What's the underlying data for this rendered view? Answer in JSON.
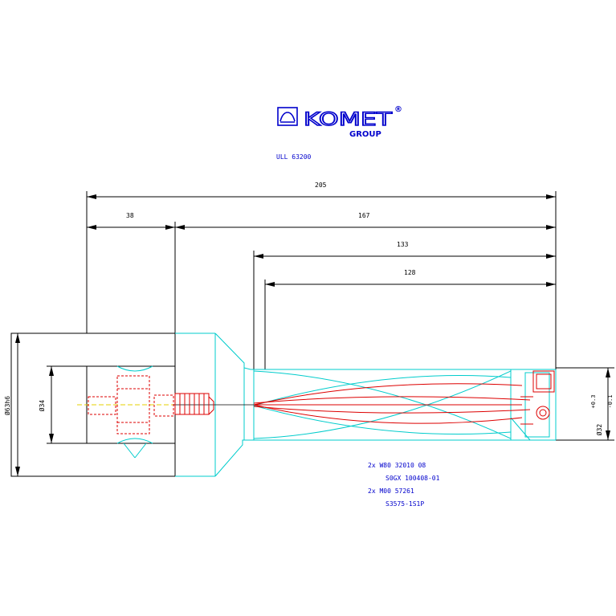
{
  "logo": {
    "brand": "KOMET",
    "registered": "®",
    "group": "GROUP",
    "color": "#0000cc"
  },
  "drawing_code": "ULL 63200",
  "dimensions": {
    "overall_length": "205",
    "shank_length": "38",
    "body_length": "167",
    "length_133": "133",
    "length_128": "128",
    "shank_dia": "Ø63h6",
    "bore_dia": "Ø34",
    "cut_dia": "Ø32",
    "cut_tol_upper": "+0.3",
    "cut_tol_lower": "-0.1"
  },
  "notes": {
    "line1": "2x W80 32010 08",
    "line2": "S0GX 100408-01",
    "line3": "2x M00 57261",
    "line4": "S3575-1S1P"
  },
  "colors": {
    "outline_black": "#000000",
    "outline_cyan": "#00cccc",
    "detail_red": "#dd0000",
    "text_blue": "#0000cc",
    "centerline_yellow": "#e6d200"
  }
}
